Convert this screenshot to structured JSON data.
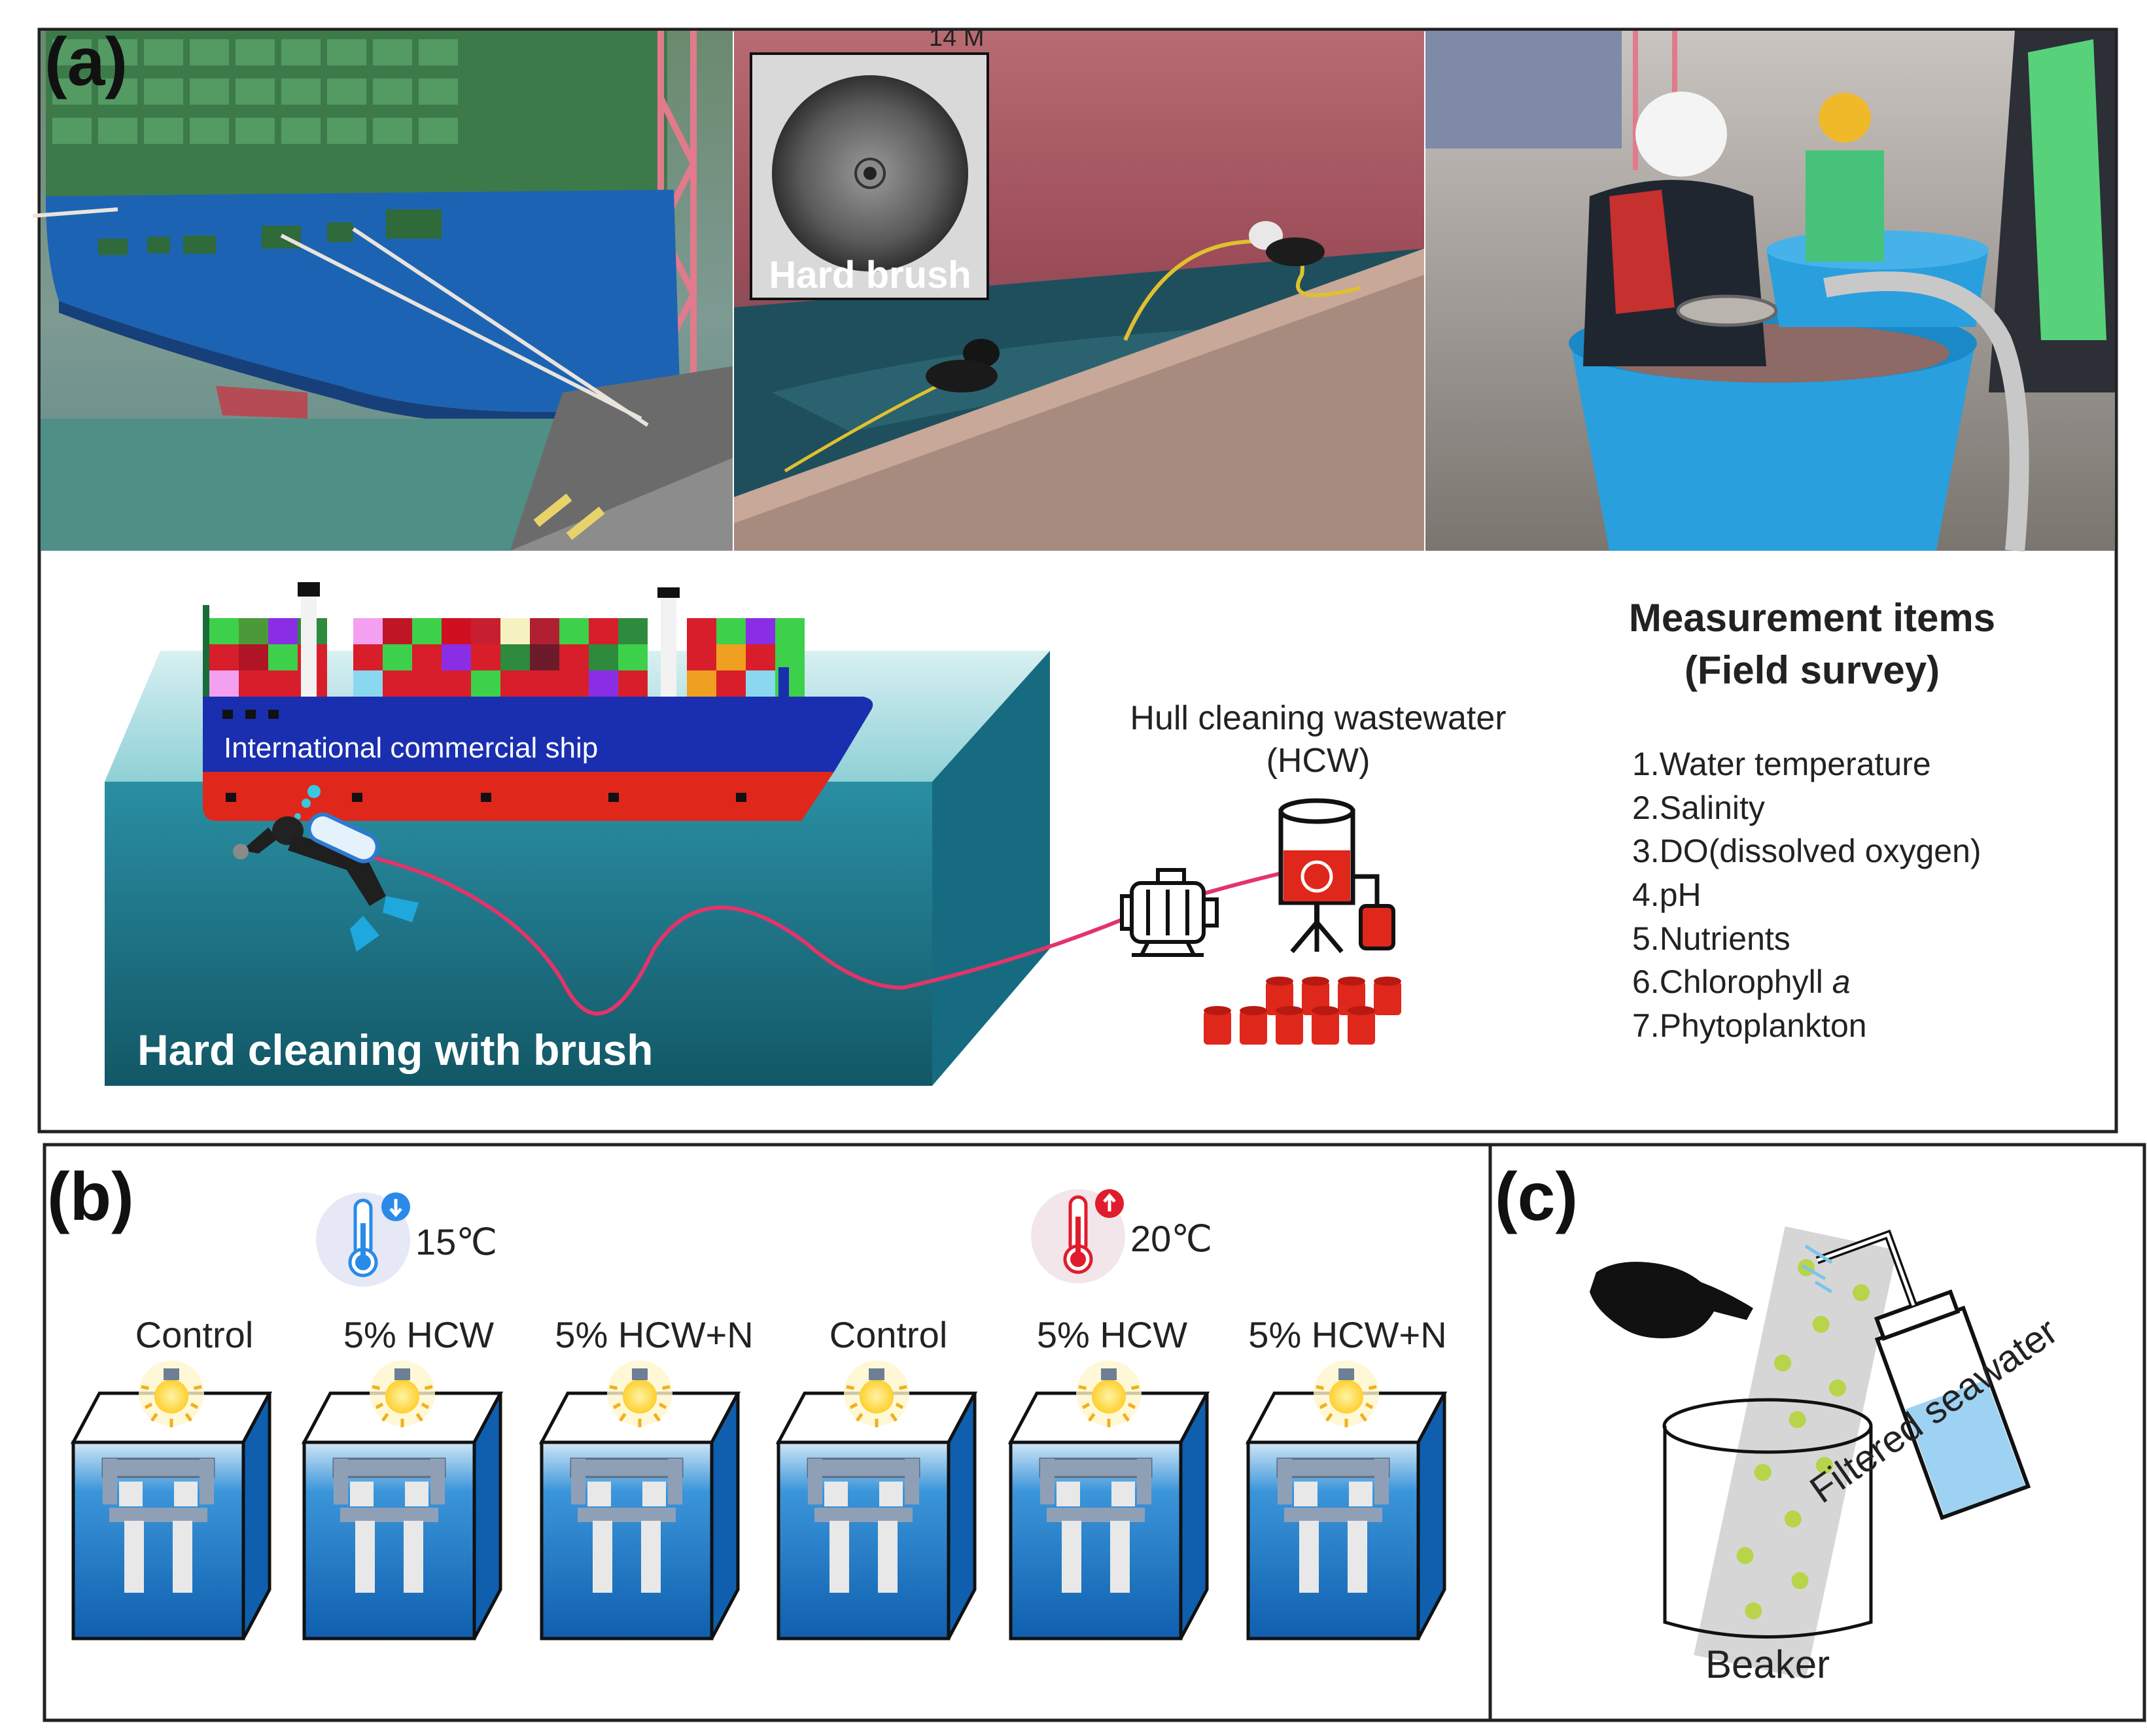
{
  "panel_a": {
    "letter": "(a)",
    "photo1": {
      "caption": ""
    },
    "photo2": {
      "inset_label": "Hard brush",
      "marker_text": "14 M"
    },
    "photo3": {
      "caption": ""
    },
    "ship_label": "International commercial ship",
    "cleaning_label": "Hard cleaning with brush",
    "hcw_title_line1": "Hull cleaning wastewater",
    "hcw_title_line2": "(HCW)",
    "measurement_title_line1": "Measurement items",
    "measurement_title_line2": "(Field survey)",
    "measurement_items": [
      "1.Water temperature",
      "2.Salinity",
      "3.DO(dissolved oxygen)",
      "4.pH",
      "5.Nutrients",
      "6.Chlorophyll ",
      "7.Phytoplankton"
    ],
    "measurement_item6_italic": "a"
  },
  "panel_b": {
    "letter": "(b)",
    "temp_low": "15℃",
    "temp_high": "20℃",
    "tank_labels": [
      "Control",
      "5% HCW",
      "5% HCW+N",
      "Control",
      "5% HCW",
      "5% HCW+N"
    ]
  },
  "panel_c": {
    "letter": "(c)",
    "bottle_label": "Filtered seawater",
    "beaker_label": "Beaker"
  },
  "colors": {
    "ship_blue": "#1a2fb0",
    "ship_red": "#e0271b",
    "sea": "#1f6f86",
    "hose": "#e3346a",
    "tank_blue": "#1877c9",
    "bucket_red": "#d81e1e"
  },
  "icons": [
    "thermometer-down-icon",
    "thermometer-up-icon",
    "light-bulb-icon",
    "hand-icon",
    "diver-icon",
    "pump-icon"
  ]
}
